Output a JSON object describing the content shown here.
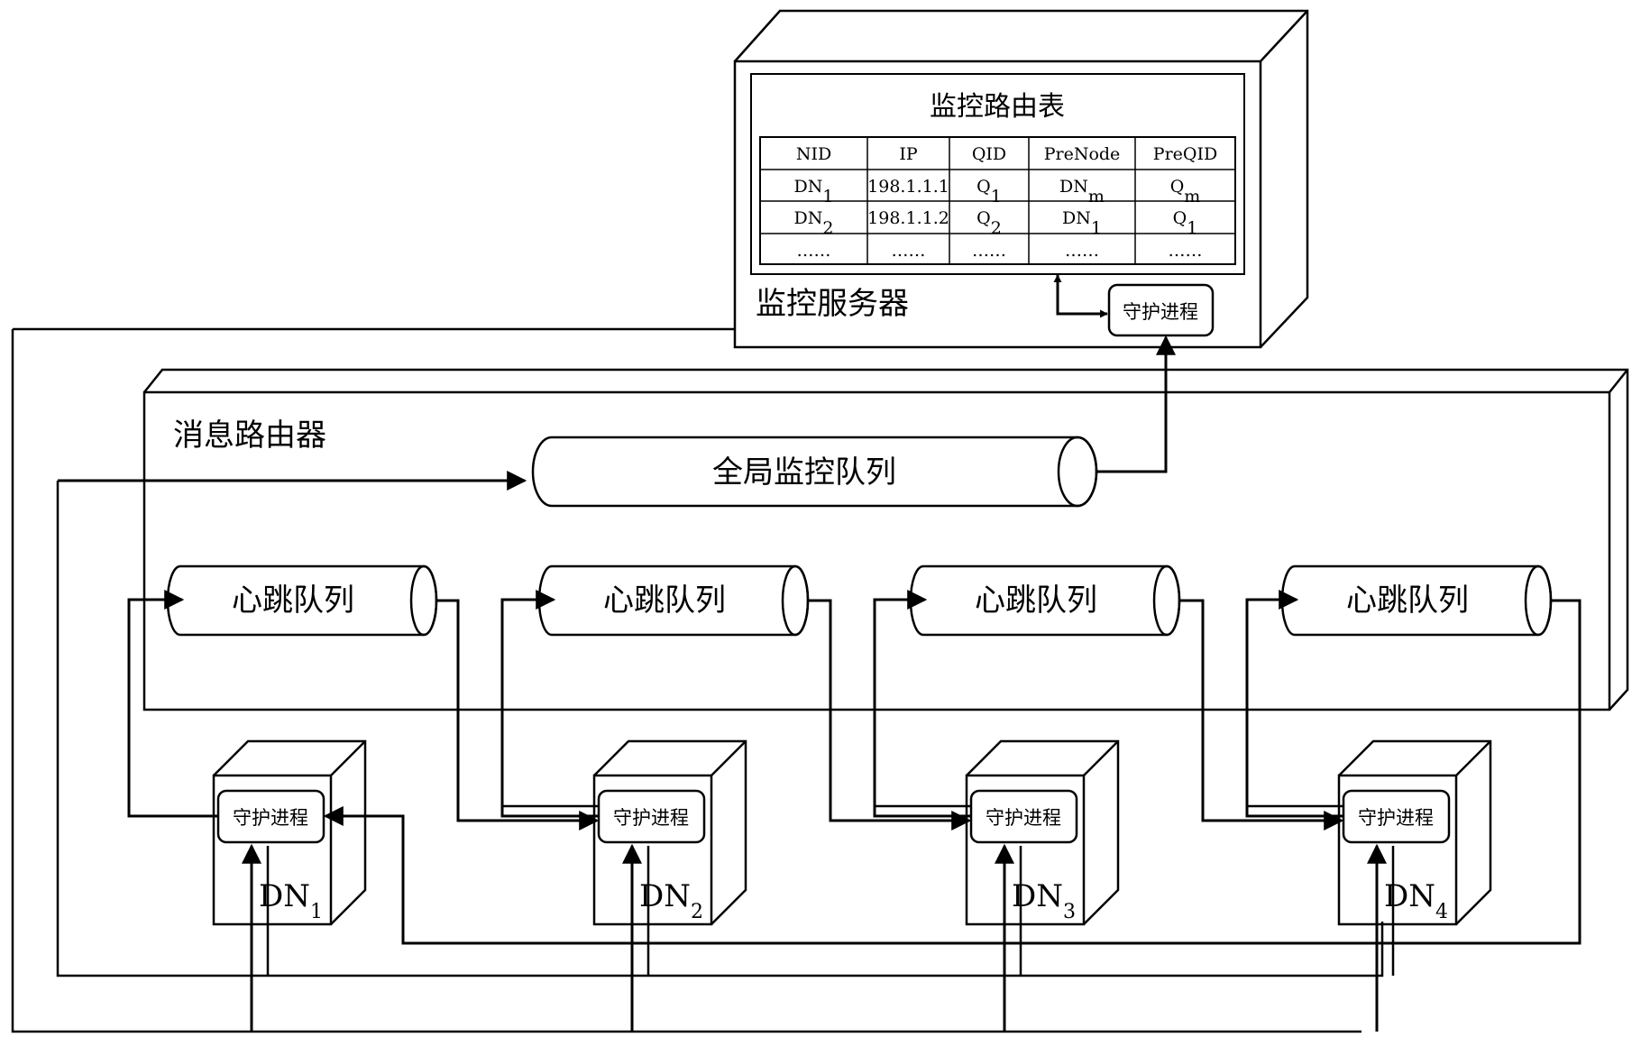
{
  "monitor_server": {
    "label": "监控服务器",
    "table_title": "监控路由表",
    "table": {
      "headers": [
        "NID",
        "IP",
        "QID",
        "PreNode",
        "PreQID"
      ],
      "rows": [
        [
          {
            "t": "DN",
            "s": "1"
          },
          {
            "t": "198.1.1.1",
            "s": ""
          },
          {
            "t": "Q",
            "s": "1"
          },
          {
            "t": "DN",
            "s": "m"
          },
          {
            "t": "Q",
            "s": "m"
          }
        ],
        [
          {
            "t": "DN",
            "s": "2"
          },
          {
            "t": "198.1.1.2",
            "s": ""
          },
          {
            "t": "Q",
            "s": "2"
          },
          {
            "t": "DN",
            "s": "1"
          },
          {
            "t": "Q",
            "s": "1"
          }
        ],
        [
          {
            "t": "……",
            "s": ""
          },
          {
            "t": "……",
            "s": ""
          },
          {
            "t": "……",
            "s": ""
          },
          {
            "t": "……",
            "s": ""
          },
          {
            "t": "……",
            "s": ""
          }
        ]
      ]
    },
    "daemon_label": "守护进程"
  },
  "message_router": {
    "label": "消息路由器",
    "global_queue_label": "全局监控队列",
    "heartbeat_queue_label": "心跳队列"
  },
  "nodes": [
    {
      "name": "DN",
      "sub": "1",
      "daemon_label": "守护进程"
    },
    {
      "name": "DN",
      "sub": "2",
      "daemon_label": "守护进程"
    },
    {
      "name": "DN",
      "sub": "3",
      "daemon_label": "守护进程"
    },
    {
      "name": "DN",
      "sub": "4",
      "daemon_label": "守护进程"
    }
  ]
}
